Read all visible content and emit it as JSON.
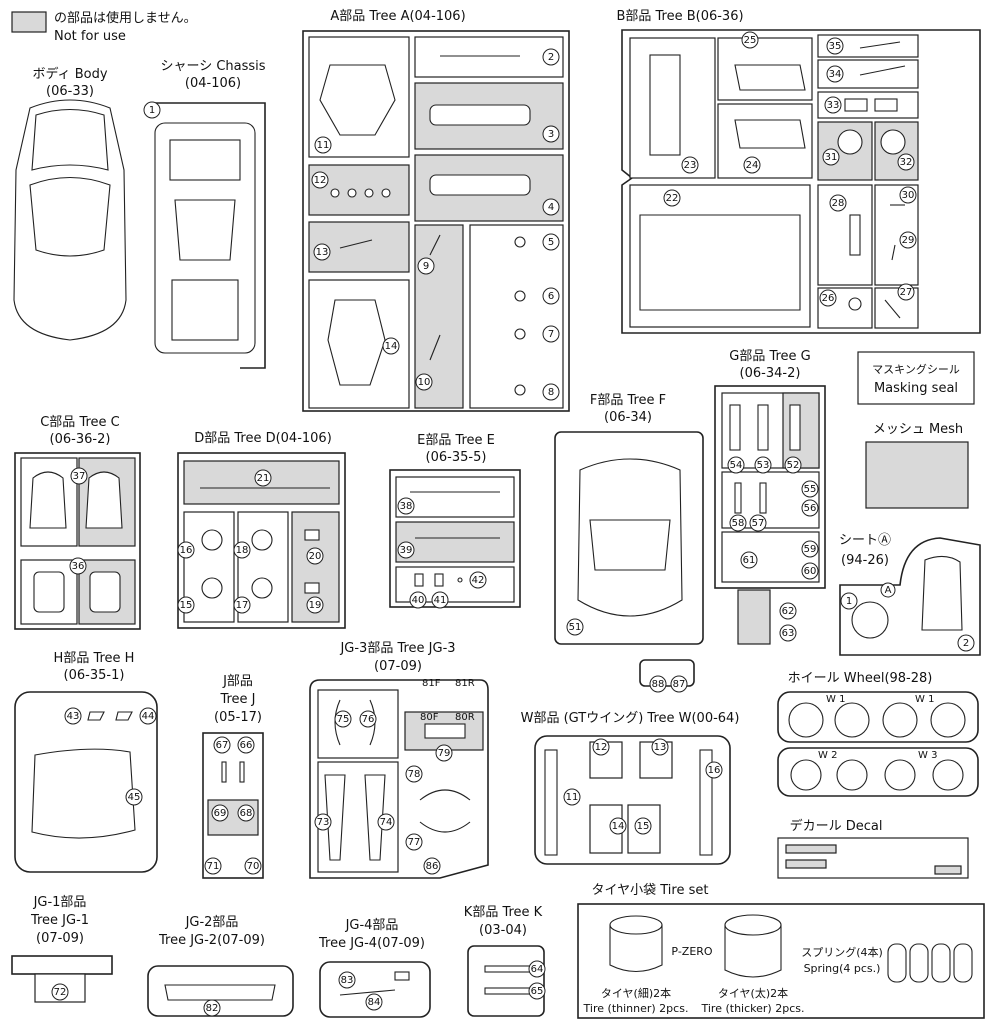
{
  "legend": {
    "jp": "の部品は使用しません。",
    "en": "Not for use"
  },
  "trees": {
    "body": {
      "label": "ボディ Body",
      "code": "(06-33)"
    },
    "chassis": {
      "label": "シャーシ Chassis",
      "code": "(04-106)"
    },
    "a": {
      "label": "A部品 Tree A(04-106)"
    },
    "b": {
      "label": "B部品 Tree B(06-36)"
    },
    "c": {
      "label": "C部品 Tree C",
      "code": "(06-36-2)"
    },
    "d": {
      "label": "D部品 Tree D(04-106)"
    },
    "e": {
      "label": "E部品 Tree E",
      "code": "(06-35-5)"
    },
    "f": {
      "label": "F部品 Tree F",
      "code": "(06-34)"
    },
    "g": {
      "label": "G部品 Tree G",
      "code": "(06-34-2)"
    },
    "h": {
      "label": "H部品 Tree H",
      "code": "(06-35-1)"
    },
    "j": {
      "label": "J部品",
      "label2": "Tree J",
      "code": "(05-17)"
    },
    "jg3": {
      "label": "JG-3部品 Tree JG-3",
      "code": "(07-09)"
    },
    "w": {
      "label": "W部品 (GTウイング) Tree W(00-64)"
    },
    "jg1": {
      "label": "JG-1部品",
      "label2": "Tree JG-1",
      "code": "(07-09)"
    },
    "jg2": {
      "label": "JG-2部品",
      "label2": "Tree JG-2(07-09)"
    },
    "jg4": {
      "label": "JG-4部品",
      "label2": "Tree JG-4(07-09)"
    },
    "k": {
      "label": "K部品 Tree K",
      "code": "(03-04)"
    }
  },
  "masking": {
    "jp": "マスキングシール",
    "en": "Masking seal"
  },
  "mesh": {
    "label": "メッシュ Mesh"
  },
  "seat": {
    "label": "シートⒶ",
    "code": "(94-26)",
    "tag": "A"
  },
  "wheel": {
    "label": "ホイール Wheel(98-28)",
    "w1": "W 1",
    "w2": "W 2",
    "w3": "W 3"
  },
  "decal": {
    "label": "デカール Decal"
  },
  "tires": {
    "label": "タイヤ小袋 Tire set",
    "brand": "P-ZERO",
    "thin_jp": "タイヤ(細)2本",
    "thin_en": "Tire (thinner) 2pcs.",
    "thick_jp": "タイヤ(太)2本",
    "thick_en": "Tire (thicker) 2pcs.",
    "spring_jp": "スプリング(4本)",
    "spring_en": "Spring(4 pcs.)"
  },
  "part_numbers": {
    "n1": "1",
    "n2": "2",
    "n3": "3",
    "n4": "4",
    "n5": "5",
    "n6": "6",
    "n7": "7",
    "n8": "8",
    "n9": "9",
    "n10": "10",
    "n11": "11",
    "n12": "12",
    "n13": "13",
    "n14": "14",
    "n15": "15",
    "n16": "16",
    "n17": "17",
    "n18": "18",
    "n19": "19",
    "n20": "20",
    "n21": "21",
    "n22": "22",
    "n23": "23",
    "n24": "24",
    "n25": "25",
    "n26": "26",
    "n27": "27",
    "n28": "28",
    "n29": "29",
    "n30": "30",
    "n31": "31",
    "n32": "32",
    "n33": "33",
    "n34": "34",
    "n35": "35",
    "n36": "36",
    "n37": "37",
    "n38": "38",
    "n39": "39",
    "n40": "40",
    "n41": "41",
    "n42": "42",
    "n43": "43",
    "n44": "44",
    "n45": "45",
    "n51": "51",
    "n52": "52",
    "n53": "53",
    "n54": "54",
    "n55": "55",
    "n56": "56",
    "n57": "57",
    "n58": "58",
    "n59": "59",
    "n60": "60",
    "n61": "61",
    "n62": "62",
    "n63": "63",
    "n64": "64",
    "n65": "65",
    "n66": "66",
    "n67": "67",
    "n68": "68",
    "n69": "69",
    "n70": "70",
    "n71": "71",
    "n72": "72",
    "n73": "73",
    "n74": "74",
    "n75": "75",
    "n76": "76",
    "n77": "77",
    "n78": "78",
    "n79": "79",
    "n82": "82",
    "n83": "83",
    "n84": "84",
    "n86": "86",
    "n87": "87",
    "n88": "88",
    "n80F": "80F",
    "n80R": "80R",
    "n81F": "81F",
    "n81R": "81R"
  },
  "colors": {
    "unused": "#d9d9d9",
    "line": "#222222"
  }
}
